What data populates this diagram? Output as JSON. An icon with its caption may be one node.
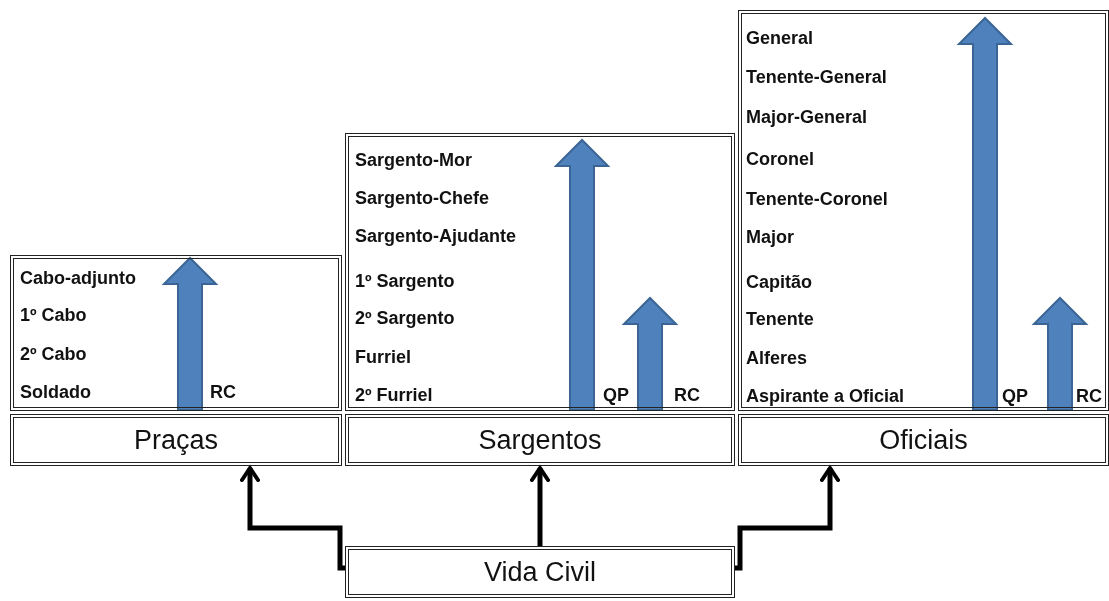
{
  "diagram": {
    "nodes": [
      {
        "text": [
          "Cabo-adjunto",
          "1º Cabo",
          "2º Cabo",
          "Soldado",
          "RC"
        ]
      },
      {
        "text": [
          "Praças"
        ]
      },
      {
        "text": [
          "Sargento-Mor",
          "Sargento-Chefe",
          "Sargento-Ajudante",
          "1º Sargento",
          "2º Sargento",
          "Furriel",
          "2º Furriel",
          "QP",
          "RC"
        ]
      },
      {
        "text": [
          "Sargentos"
        ]
      },
      {
        "text": [
          "General",
          "Tenente-General",
          "Major-General",
          "Coronel",
          "Tenente-Coronel",
          "Major",
          "Capitão",
          "Tenente",
          "Alferes",
          "Aspirante a Oficial",
          "QP",
          "RC"
        ]
      },
      {
        "text": [
          "Oficiais"
        ]
      },
      {
        "text": [
          "Vida Civil"
        ]
      }
    ],
    "edges": [
      {
        "from": 6,
        "to": 1,
        "arrow": "to"
      },
      {
        "from": 6,
        "to": 3,
        "arrow": "to"
      },
      {
        "from": 6,
        "to": 5,
        "arrow": "to"
      }
    ]
  }
}
